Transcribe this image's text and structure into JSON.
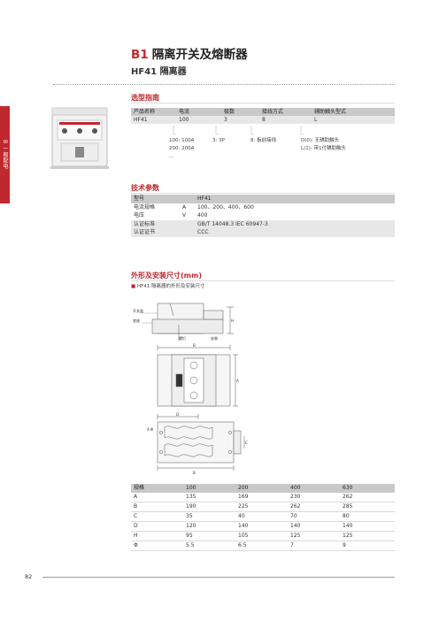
{
  "header": {
    "code": "B1",
    "title": "隔离开关及熔断器",
    "subtitle": "HF41 隔离器"
  },
  "side_tab": "B  一般配电",
  "selection": {
    "heading": "选型指南",
    "columns": [
      "产品名称",
      "电流",
      "极数",
      "接线方式",
      "辅助触头型式"
    ],
    "example": [
      "HF41",
      "100",
      "3",
      "8",
      "L"
    ],
    "options": {
      "current": [
        "100: 100A",
        "200: 200A",
        "..."
      ],
      "poles": [
        "3: 3P"
      ],
      "wiring": [
        "8: 板前接线"
      ],
      "aux": [
        "D(0): 无辅助触头",
        "L(1): 带1付辅助触头"
      ]
    }
  },
  "specs": {
    "heading": "技术参数",
    "rows": [
      {
        "label": "型号",
        "unit": "",
        "value": "HF41"
      },
      {
        "label": "电流规格",
        "unit": "A",
        "value": "100、200、400、600"
      },
      {
        "label": "电压",
        "unit": "V",
        "value": "400"
      },
      {
        "label": "认证标准",
        "unit": "",
        "value": "GB/T 14048.3     IEC 60947-3"
      },
      {
        "label": "认证证书",
        "unit": "",
        "value": "CCC"
      }
    ]
  },
  "dimensions": {
    "heading": "外形及安装尺寸(mm)",
    "note": "HF41 隔离器的外形及安装尺寸",
    "labels": {
      "operating_panel": "开关盖",
      "base": "底座",
      "screw": "螺钉",
      "mount_plate": "安装"
    },
    "table": {
      "headers": [
        "规格",
        "100",
        "200",
        "400",
        "630"
      ],
      "rows": [
        [
          "A",
          "135",
          "169",
          "230",
          "262"
        ],
        [
          "B",
          "190",
          "225",
          "262",
          "285"
        ],
        [
          "C",
          "35",
          "40",
          "70",
          "80"
        ],
        [
          "D",
          "120",
          "140",
          "140",
          "140"
        ],
        [
          "H",
          "95",
          "105",
          "125",
          "125"
        ],
        [
          "Φ",
          "5.5",
          "6.5",
          "7",
          "9"
        ]
      ]
    }
  },
  "footer": {
    "page": "82"
  }
}
